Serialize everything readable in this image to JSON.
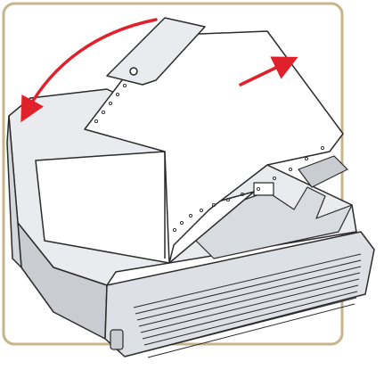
{
  "figure": {
    "frame_color": "#c8b48a",
    "arrow_color": "#e0202a",
    "line_color": "#2b2b2b",
    "paper_color": "#ffffff",
    "body_color": "#e9ebee",
    "shade_color": "#c9ccd1",
    "arrows": [
      {
        "name": "close-cover-arrow",
        "direction": "counter-clockwise"
      },
      {
        "name": "feed-paper-arrow",
        "direction": "up-right"
      }
    ]
  }
}
